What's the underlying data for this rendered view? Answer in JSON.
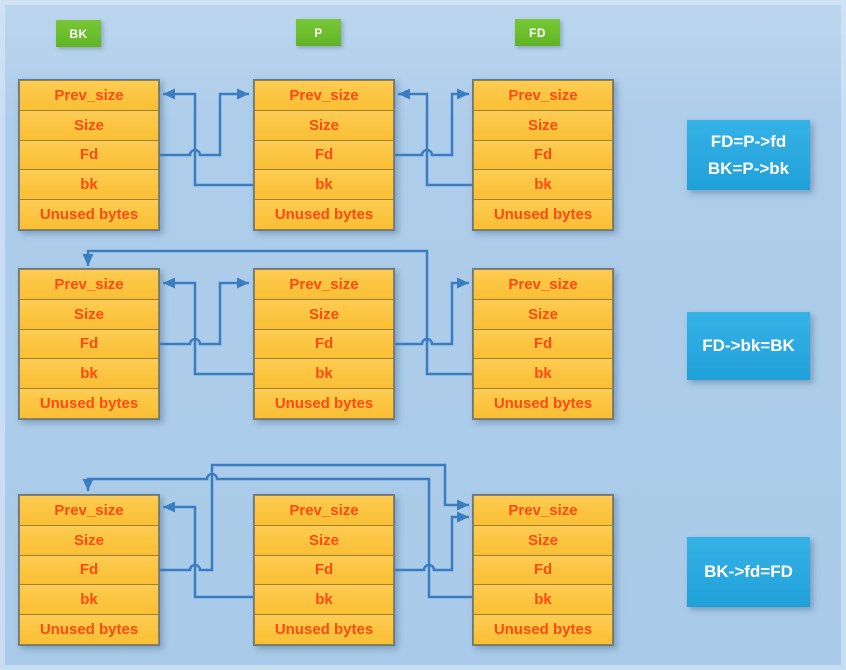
{
  "diagram": {
    "title_semantic": "heap chunk unlink pointer diagram",
    "pointer_labels": {
      "bk": "BK",
      "p": "P",
      "fd": "FD"
    },
    "chunk_fields": [
      "Prev_size",
      "Size",
      "Fd",
      "bk",
      "Unused bytes"
    ],
    "operations": {
      "step1": {
        "line1": "FD=P->fd",
        "line2": "BK=P->bk"
      },
      "step2": {
        "line1": "FD->bk=BK"
      },
      "step3": {
        "line1": "BK->fd=FD"
      }
    },
    "colors": {
      "background": "#aecdea",
      "chunk_fill": "#fcc643",
      "chunk_text": "#ff4a11",
      "arrow_blue": "#3b7dc1",
      "label_green": "#6cbe2c",
      "operation_box_blue": "#29a8df"
    }
  }
}
